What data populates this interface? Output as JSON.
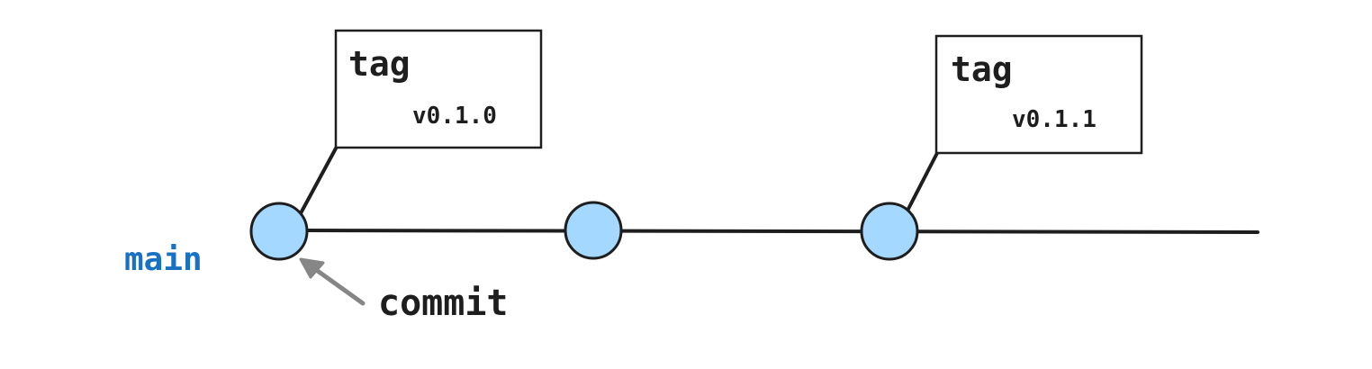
{
  "branch": {
    "name": "main",
    "color": "#1971c2"
  },
  "commits": [
    {
      "id": 1
    },
    {
      "id": 2
    },
    {
      "id": 3
    }
  ],
  "tags": [
    {
      "title": "tag",
      "version": "v0.1.0",
      "commit": 1
    },
    {
      "title": "tag",
      "version": "v0.1.1",
      "commit": 3
    }
  ],
  "annotation": {
    "label": "commit",
    "target_commit": 1
  },
  "colors": {
    "commit_fill": "#a5d8ff",
    "stroke": "#1e1e1e",
    "arrow": "#868686"
  }
}
